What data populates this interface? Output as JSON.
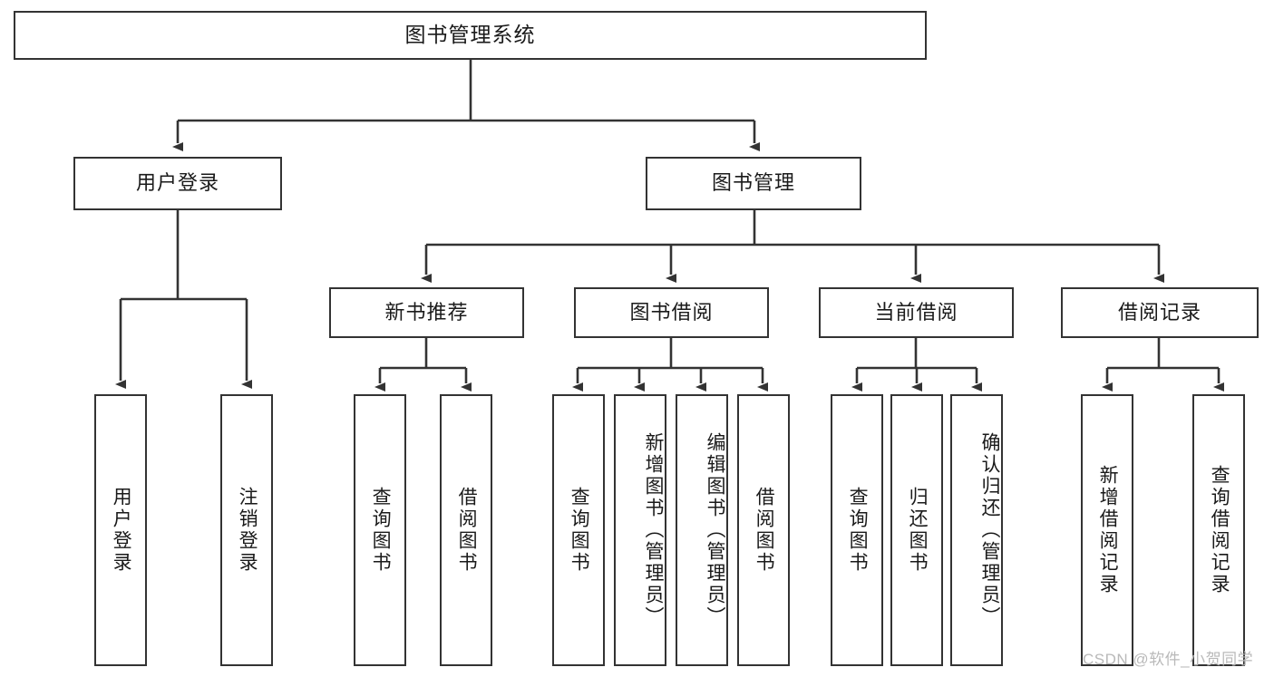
{
  "diagram": {
    "type": "hierarchy-tree",
    "title": "图书管理系统",
    "root": {
      "label": "图书管理系统",
      "orientation": "horizontal"
    },
    "level2": [
      {
        "label": "用户登录",
        "orientation": "horizontal"
      },
      {
        "label": "图书管理",
        "orientation": "horizontal"
      }
    ],
    "level3": [
      {
        "label": "新书推荐",
        "orientation": "horizontal",
        "parent": "图书管理"
      },
      {
        "label": "图书借阅",
        "orientation": "horizontal",
        "parent": "图书管理"
      },
      {
        "label": "当前借阅",
        "orientation": "horizontal",
        "parent": "图书管理"
      },
      {
        "label": "借阅记录",
        "orientation": "horizontal",
        "parent": "图书管理"
      }
    ],
    "leaves": [
      {
        "label": "用户登录",
        "parent": "用户登录",
        "align": "center"
      },
      {
        "label": "注销登录",
        "parent": "用户登录",
        "align": "center"
      },
      {
        "label": "查询图书",
        "parent": "新书推荐",
        "align": "center"
      },
      {
        "label": "借阅图书",
        "parent": "新书推荐",
        "align": "center"
      },
      {
        "label": "查询图书",
        "parent": "图书借阅",
        "align": "center"
      },
      {
        "label": "新增图书（管理员）",
        "parent": "图书借阅",
        "align": "top"
      },
      {
        "label": "编辑图书（管理员）",
        "parent": "图书借阅",
        "align": "top"
      },
      {
        "label": "借阅图书",
        "parent": "图书借阅",
        "align": "center"
      },
      {
        "label": "查询图书",
        "parent": "当前借阅",
        "align": "center"
      },
      {
        "label": "归还图书",
        "parent": "当前借阅",
        "align": "center"
      },
      {
        "label": "确认归还（管理员）",
        "parent": "当前借阅",
        "align": "top"
      },
      {
        "label": "新增借阅记录",
        "parent": "借阅记录",
        "align": "center"
      },
      {
        "label": "查询借阅记录",
        "parent": "借阅记录",
        "align": "center"
      }
    ]
  },
  "watermark": {
    "text": "CSDN @软件_小贺同学"
  },
  "colors": {
    "border": "#333333",
    "background": "#ffffff",
    "text": "#1a1a1a",
    "watermark": "#b9b9b9"
  }
}
